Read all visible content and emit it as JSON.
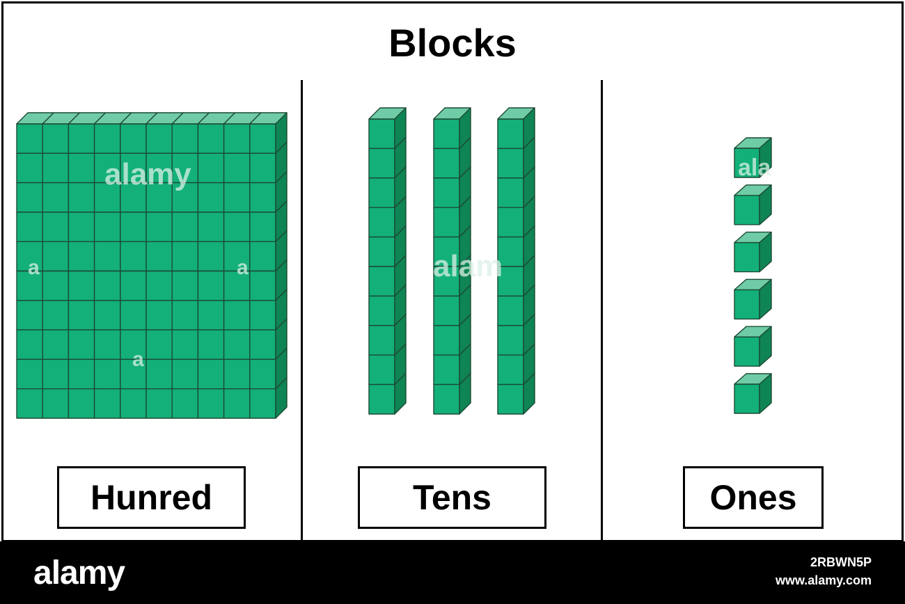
{
  "header": {
    "title": "Blocks"
  },
  "panels": [
    {
      "label": "Hunred",
      "block": "hundred"
    },
    {
      "label": "Tens",
      "block": "tens",
      "rod_count": 3,
      "units_per_rod": 10
    },
    {
      "label": "Ones",
      "block": "ones",
      "cube_count": 6
    }
  ],
  "colors": {
    "front": "#13b07a",
    "top": "#6fcca7",
    "side": "#0f8454",
    "outline": "#1b4a33"
  },
  "footer": {
    "brand": "alamy",
    "image_code": "2RBWN5P",
    "url": "www.alamy.com"
  },
  "watermarks": [
    "alamy",
    "alam",
    "ala",
    "a"
  ]
}
